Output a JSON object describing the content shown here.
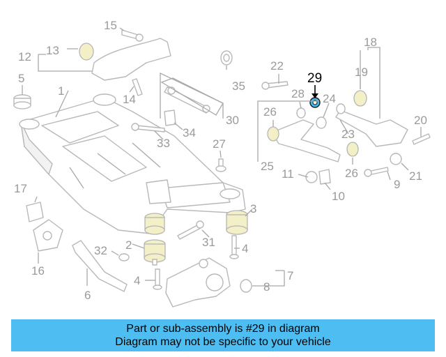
{
  "diagram": {
    "highlighted_part": "29",
    "labels": {
      "l1": "1",
      "l2": "2",
      "l3": "3",
      "l4a": "4",
      "l4b": "4",
      "l5": "5",
      "l6": "6",
      "l7": "7",
      "l8": "8",
      "l9": "9",
      "l10": "10",
      "l11": "11",
      "l12": "12",
      "l13": "13",
      "l14": "14",
      "l15": "15",
      "l16": "16",
      "l17": "17",
      "l18": "18",
      "l19": "19",
      "l20": "20",
      "l21": "21",
      "l22": "22",
      "l23": "23",
      "l24": "24",
      "l25": "25",
      "l26a": "26",
      "l26b": "26",
      "l27": "27",
      "l28": "28",
      "l29": "29",
      "l30": "30",
      "l31": "31",
      "l32": "32",
      "l33": "33",
      "l34": "34",
      "l35": "35"
    },
    "highlight_color": "#46b8e8"
  },
  "banner": {
    "line1": "Part or sub-assembly is #29 in diagram",
    "line2": "Diagram may not be specific to your vehicle",
    "background": "#4dbdf2"
  }
}
